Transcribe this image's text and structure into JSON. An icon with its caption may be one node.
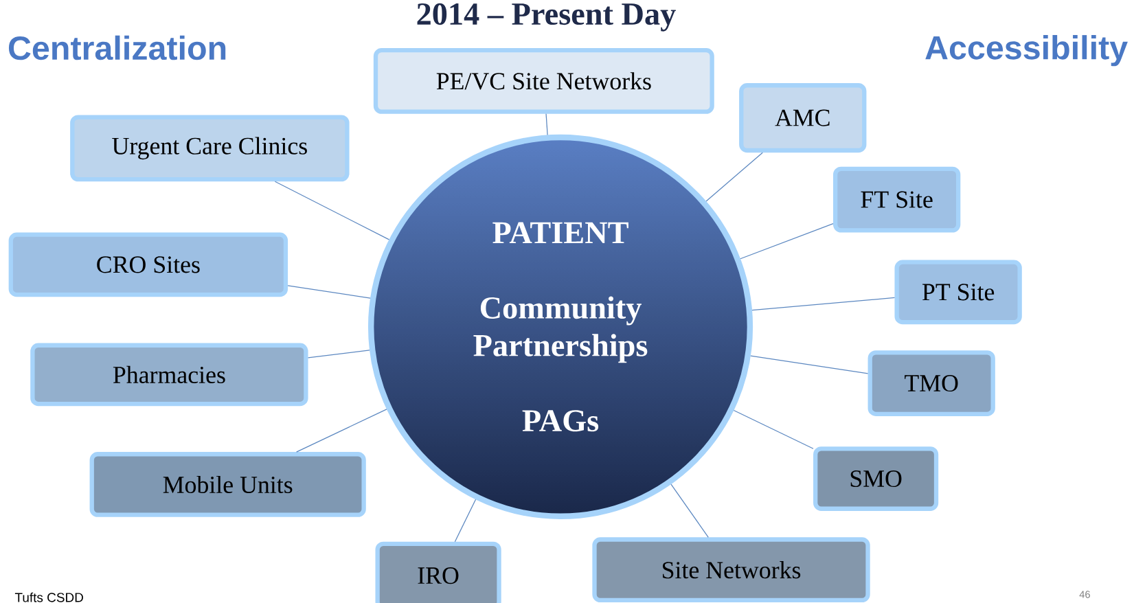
{
  "diagram": {
    "title": "2014 – Present Day",
    "nodes": [
      {
        "text": [
          "PATIENT",
          "Community Partnerships",
          "PAGs"
        ]
      },
      {
        "text": [
          "PE/VC Site Networks"
        ]
      },
      {
        "text": [
          "AMC"
        ]
      },
      {
        "text": [
          "Urgent Care Clinics"
        ]
      },
      {
        "text": [
          "FT Site"
        ]
      },
      {
        "text": [
          "CRO Sites"
        ]
      },
      {
        "text": [
          "PT Site"
        ]
      },
      {
        "text": [
          "Pharmacies"
        ]
      },
      {
        "text": [
          "TMO"
        ]
      },
      {
        "text": [
          "Mobile Units"
        ]
      },
      {
        "text": [
          "SMO"
        ]
      },
      {
        "text": [
          "IRO"
        ]
      },
      {
        "text": [
          "Site Networks"
        ]
      }
    ],
    "edges": [
      {
        "from": 0,
        "to": 1,
        "arrow": "none"
      },
      {
        "from": 0,
        "to": 2,
        "arrow": "none"
      },
      {
        "from": 0,
        "to": 3,
        "arrow": "none"
      },
      {
        "from": 0,
        "to": 4,
        "arrow": "none"
      },
      {
        "from": 0,
        "to": 5,
        "arrow": "none"
      },
      {
        "from": 0,
        "to": 6,
        "arrow": "none"
      },
      {
        "from": 0,
        "to": 7,
        "arrow": "none"
      },
      {
        "from": 0,
        "to": 8,
        "arrow": "none"
      },
      {
        "from": 0,
        "to": 9,
        "arrow": "none"
      },
      {
        "from": 0,
        "to": 10,
        "arrow": "none"
      },
      {
        "from": 0,
        "to": 11,
        "arrow": "none"
      },
      {
        "from": 0,
        "to": 12,
        "arrow": "none"
      }
    ],
    "labels": [
      "Centralization",
      "Accessibility",
      "Tufts CSDD",
      "46"
    ]
  }
}
